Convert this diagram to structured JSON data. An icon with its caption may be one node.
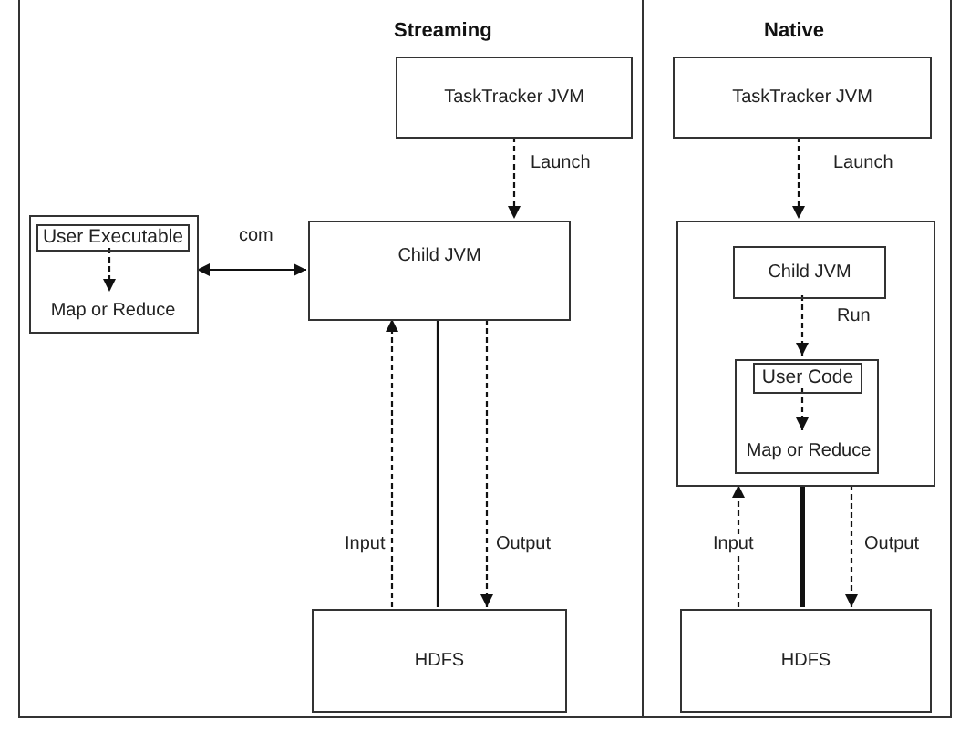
{
  "diagram": {
    "nodes": [
      {
        "text": [
          "Streaming"
        ]
      },
      {
        "text": [
          "TaskTracker JVM"
        ],
        "in": 0
      },
      {
        "text": [],
        "shape": "box",
        "in": 0
      },
      {
        "text": [
          "User Executable"
        ],
        "in": 2
      },
      {
        "text": [
          "Map or Reduce"
        ],
        "in": 2
      },
      {
        "text": [
          "Child JVM"
        ],
        "in": 0
      },
      {
        "text": [
          "HDFS"
        ],
        "in": 0
      },
      {
        "text": [
          "Native"
        ]
      },
      {
        "text": [
          "TaskTracker JVM"
        ],
        "in": 7
      },
      {
        "text": [],
        "shape": "box",
        "in": 7
      },
      {
        "text": [
          "Child JVM"
        ],
        "in": 9
      },
      {
        "text": [],
        "shape": "box",
        "in": 9
      },
      {
        "text": [
          "User Code"
        ],
        "in": 11
      },
      {
        "text": [
          "Map or Reduce"
        ],
        "in": 11
      },
      {
        "text": [
          "HDFS"
        ],
        "in": 7
      }
    ],
    "edges": [
      {
        "from": 1,
        "to": 5,
        "arrow": "to",
        "label": "Launch",
        "style": "dashed"
      },
      {
        "from": 3,
        "to": 4,
        "arrow": "to",
        "style": "dashed"
      },
      {
        "from": 2,
        "to": 5,
        "arrow": "both",
        "label": "com"
      },
      {
        "from": 6,
        "to": 5,
        "arrow": "to",
        "label": "Input",
        "style": "dashed"
      },
      {
        "from": 5,
        "to": 6,
        "arrow": "none"
      },
      {
        "from": 5,
        "to": 6,
        "arrow": "to",
        "label": "Output",
        "style": "dashed"
      },
      {
        "from": 8,
        "to": 9,
        "arrow": "to",
        "label": "Launch",
        "style": "dashed"
      },
      {
        "from": 10,
        "to": 11,
        "arrow": "to",
        "label": "Run",
        "style": "dashed"
      },
      {
        "from": 12,
        "to": 13,
        "arrow": "to",
        "style": "dashed"
      },
      {
        "from": 14,
        "to": 9,
        "arrow": "to",
        "label": "Input",
        "style": "dashed"
      },
      {
        "from": 9,
        "to": 14,
        "arrow": "none",
        "style": "thick"
      },
      {
        "from": 9,
        "to": 14,
        "arrow": "to",
        "label": "Output",
        "style": "dashed"
      }
    ]
  }
}
